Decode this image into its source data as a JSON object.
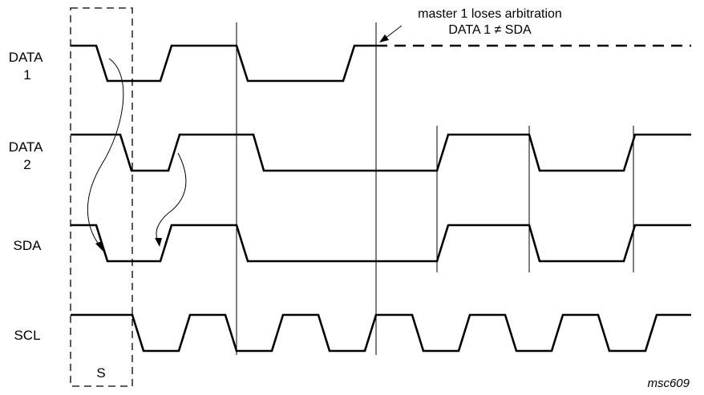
{
  "signals": {
    "data1": {
      "line1": "DATA",
      "line2": "1"
    },
    "data2": {
      "line1": "DATA",
      "line2": "2"
    },
    "sda": {
      "label": "SDA"
    },
    "scl": {
      "label": "SCL"
    }
  },
  "start_box": {
    "label": "S"
  },
  "annotation": {
    "line1": "master 1 loses arbitration",
    "line2_prefix": "DATA 1",
    "line2_symbol": "≠",
    "line2_suffix": "SDA"
  },
  "figure_code": "msc609"
}
